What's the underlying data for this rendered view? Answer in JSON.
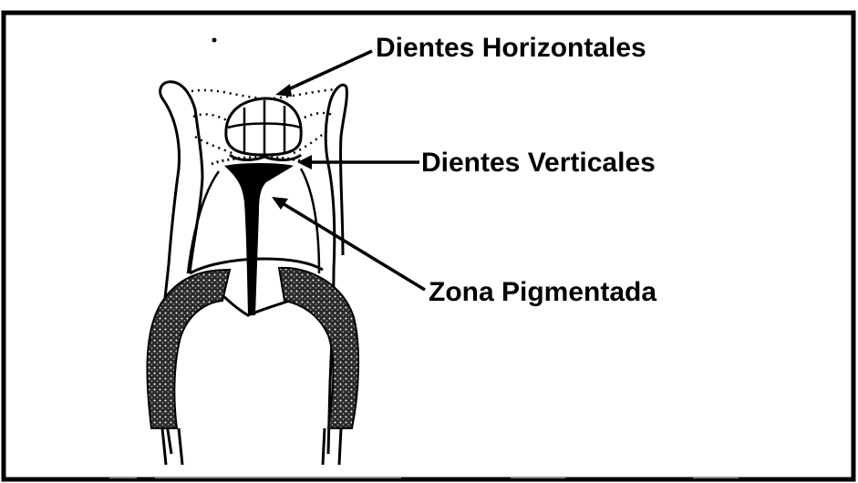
{
  "labels": {
    "horizontal_teeth": "Dientes Horizontales",
    "vertical_teeth": "Dientes Verticales",
    "pigmented_zone": "Zona Pigmentada"
  },
  "colors": {
    "ink": "#000000",
    "pigment": "#3a3a3a",
    "background": "#ffffff"
  }
}
